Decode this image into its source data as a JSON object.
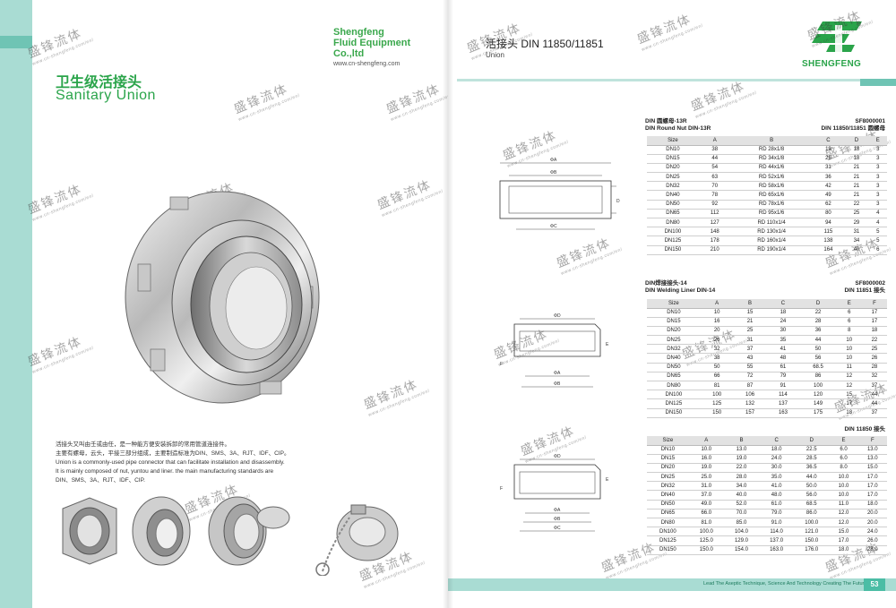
{
  "left": {
    "brand": {
      "line1": "Shengfeng",
      "line2": "Fluid Equipment",
      "line3": "Co.,ltd",
      "url": "www.cn-shengfeng.com"
    },
    "title_cn": "卫生级活接头",
    "title_en": "Sanitary Union",
    "desc_cn_1": "活接头又叫由壬或由任，是一种能方便安装拆卸的常用管道连接件。",
    "desc_cn_2": "主要有螺母，云头，平接三部分组成，主要制造标准为DIN、SMS、3A、RJT、IDF、CIP。",
    "desc_en_1": "Union is a commonly-used pipe connector that can facilitate installation and disassembly.",
    "desc_en_2": "It is mainly composed of nut, yuntou and liner. the main manufacturing standards are",
    "desc_en_3": "DIN、SMS、3A、RJT、IDF、CIP."
  },
  "watermark": {
    "cn": "盛锋流体",
    "url": "www.cn-shengfeng.com/en/"
  },
  "right": {
    "title": "活接头 DIN 11850/11851",
    "subtitle": "Union",
    "logo_text": "SHENGFENG",
    "reg": "®",
    "footer": "Lead The Aseptic Technique, Science And Technology Creating The Future",
    "page_number": "53",
    "sections": [
      {
        "head_cn": "DIN 圆螺母-13R",
        "head_en": "DIN Round Nut DIN-13R",
        "code": "SF8000001",
        "std": "DIN 11850/11851 圆螺母",
        "columns": [
          "Size",
          "A",
          "B",
          "C",
          "D",
          "E"
        ],
        "rows": [
          [
            "DN10",
            "38",
            "RD 28x1/8",
            "19",
            "18",
            "3"
          ],
          [
            "DN15",
            "44",
            "RD 34x1/8",
            "25",
            "18",
            "3"
          ],
          [
            "DN20",
            "54",
            "RD 44x1/6",
            "31",
            "21",
            "3"
          ],
          [
            "DN25",
            "63",
            "RD 52x1/6",
            "36",
            "21",
            "3"
          ],
          [
            "DN32",
            "70",
            "RD 58x1/6",
            "42",
            "21",
            "3"
          ],
          [
            "DN40",
            "78",
            "RD 65x1/6",
            "49",
            "21",
            "3"
          ],
          [
            "DN50",
            "92",
            "RD 78x1/6",
            "62",
            "22",
            "3"
          ],
          [
            "DN65",
            "112",
            "RD 95x1/6",
            "80",
            "25",
            "4"
          ],
          [
            "DN80",
            "127",
            "RD 110x1/4",
            "94",
            "29",
            "4"
          ],
          [
            "DN100",
            "148",
            "RD 130x1/4",
            "115",
            "31",
            "5"
          ],
          [
            "DN125",
            "178",
            "RD 160x1/4",
            "138",
            "34",
            "5"
          ],
          [
            "DN150",
            "210",
            "RD 190x1/4",
            "164",
            "40",
            "6"
          ]
        ]
      },
      {
        "head_cn": "DIN焊接接头-14",
        "head_en": "DIN Welding Liner DIN-14",
        "code": "SF8000002",
        "std": "DIN 11851 接头",
        "columns": [
          "Size",
          "A",
          "B",
          "C",
          "D",
          "E",
          "F"
        ],
        "rows": [
          [
            "DN10",
            "10",
            "15",
            "18",
            "22",
            "6",
            "17"
          ],
          [
            "DN15",
            "16",
            "21",
            "24",
            "28",
            "6",
            "17"
          ],
          [
            "DN20",
            "20",
            "25",
            "30",
            "36",
            "8",
            "18"
          ],
          [
            "DN25",
            "26",
            "31",
            "35",
            "44",
            "10",
            "22"
          ],
          [
            "DN32",
            "32",
            "37",
            "41",
            "50",
            "10",
            "25"
          ],
          [
            "DN40",
            "38",
            "43",
            "48",
            "56",
            "10",
            "26"
          ],
          [
            "DN50",
            "50",
            "55",
            "61",
            "68.5",
            "11",
            "28"
          ],
          [
            "DN65",
            "66",
            "72",
            "79",
            "86",
            "12",
            "32"
          ],
          [
            "DN80",
            "81",
            "87",
            "91",
            "100",
            "12",
            "37"
          ],
          [
            "DN100",
            "100",
            "106",
            "114",
            "120",
            "15",
            "44"
          ],
          [
            "DN125",
            "125",
            "132",
            "137",
            "149",
            "17",
            "44"
          ],
          [
            "DN150",
            "150",
            "157",
            "163",
            "175",
            "18",
            "37"
          ]
        ]
      },
      {
        "std": "DIN 11850 接头",
        "columns": [
          "Size",
          "A",
          "B",
          "C",
          "D",
          "E",
          "F"
        ],
        "rows": [
          [
            "DN10",
            "10.0",
            "13.0",
            "18.0",
            "22.5",
            "6.0",
            "13.0"
          ],
          [
            "DN15",
            "16.0",
            "19.0",
            "24.0",
            "28.5",
            "6.0",
            "13.0"
          ],
          [
            "DN20",
            "19.0",
            "22.0",
            "30.0",
            "36.5",
            "8.0",
            "15.0"
          ],
          [
            "DN25",
            "25.0",
            "28.0",
            "35.0",
            "44.0",
            "10.0",
            "17.0"
          ],
          [
            "DN32",
            "31.0",
            "34.0",
            "41.0",
            "50.0",
            "10.0",
            "17.0"
          ],
          [
            "DN40",
            "37.0",
            "40.0",
            "48.0",
            "56.0",
            "10.0",
            "17.0"
          ],
          [
            "DN50",
            "49.0",
            "52.0",
            "61.0",
            "68.5",
            "11.0",
            "18.0"
          ],
          [
            "DN65",
            "66.0",
            "70.0",
            "79.0",
            "86.0",
            "12.0",
            "20.0"
          ],
          [
            "DN80",
            "81.0",
            "85.0",
            "91.0",
            "100.0",
            "12.0",
            "20.0"
          ],
          [
            "DN100",
            "100.0",
            "104.0",
            "114.0",
            "121.0",
            "15.0",
            "24.0"
          ],
          [
            "DN125",
            "125.0",
            "129.0",
            "137.0",
            "150.0",
            "17.0",
            "26.0"
          ],
          [
            "DN150",
            "150.0",
            "154.0",
            "163.0",
            "176.0",
            "18.0",
            "28.0"
          ]
        ]
      }
    ],
    "drawing_labels": {
      "d1": [
        "ΦA",
        "ΦB",
        "ΦC",
        "D"
      ],
      "d2": [
        "ΦD",
        "ΦA",
        "ΦB",
        "E",
        "F"
      ],
      "d3": [
        "ΦD",
        "ΦA",
        "ΦB",
        "ΦC",
        "E",
        "F"
      ]
    }
  },
  "colors": {
    "brand_green": "#2aa44a",
    "teal_light": "#a9dcd3",
    "teal_dark": "#4bbda5"
  }
}
